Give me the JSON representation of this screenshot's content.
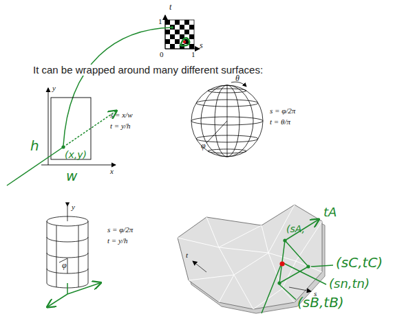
{
  "diagram": {
    "labels": [
      "t",
      "1",
      "0",
      "1",
      "s",
      "It can be wrapped around many different surfaces:",
      "y",
      "x",
      "s = x/w",
      "t = y/h",
      "h",
      "w",
      "(x,y)",
      "θ",
      "φ",
      "s = φ/2π",
      "t = θ/π",
      "y",
      "φ",
      "s = φ/2π",
      "t = y/h",
      "t",
      "s",
      "tA",
      "(sA,",
      "(sC,tC)",
      "(sn,tn)",
      "(sB,tB)"
    ]
  }
}
